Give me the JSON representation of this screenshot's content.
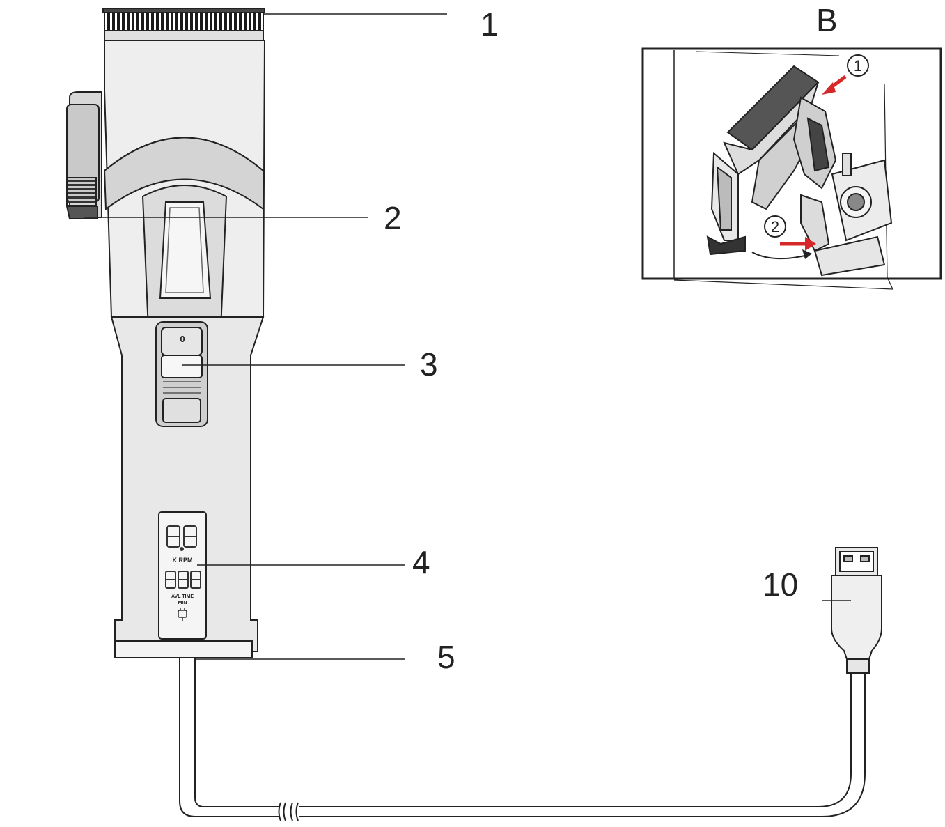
{
  "callouts": {
    "c1": "1",
    "c2": "2",
    "c3": "3",
    "c4": "4",
    "c5": "5",
    "c10": "10"
  },
  "inset": {
    "label": "B",
    "step1": "1",
    "step2": "2",
    "arrow_color": "#d62828"
  },
  "display": {
    "switch_mark": "0",
    "rpm_unit": "K RPM",
    "lower_label_1": "AVL TIME",
    "lower_label_2": "MIN"
  }
}
